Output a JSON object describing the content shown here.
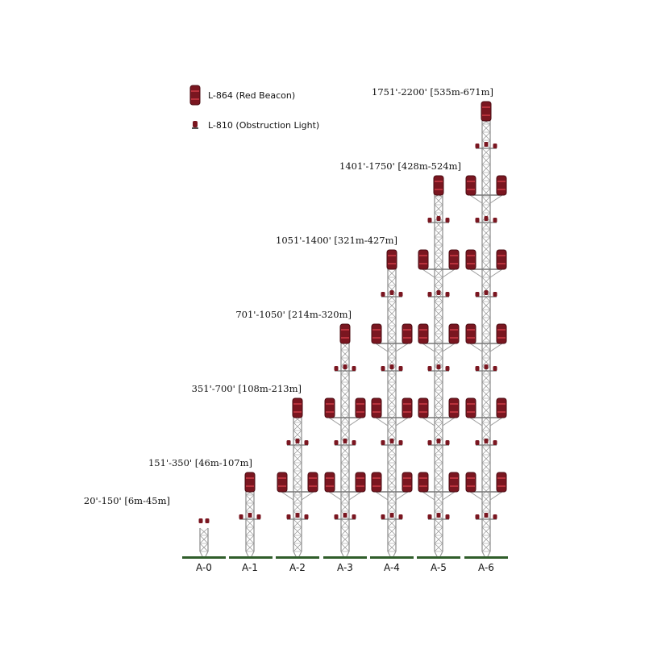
{
  "legend": {
    "red_beacon": "L-864 (Red Beacon)",
    "obstruction_light": "L-810 (Obstruction Light)"
  },
  "colors": {
    "beacon": "#7a1620",
    "beacon_dark": "#4a0b12",
    "lattice": "#9a9a9a",
    "ground": "#2f5d2a",
    "text": "#111111"
  },
  "towers": [
    {
      "code": "A-0",
      "range": "20'-150' [6m-45m]",
      "beacon_levels": 0,
      "top_beacon": false
    },
    {
      "code": "A-1",
      "range": "151'-350' [46m-107m]",
      "beacon_levels": 0,
      "top_beacon": true
    },
    {
      "code": "A-2",
      "range": "351'-700' [108m-213m]",
      "beacon_levels": 1,
      "top_beacon": true
    },
    {
      "code": "A-3",
      "range": "701'-1050' [214m-320m]",
      "beacon_levels": 2,
      "top_beacon": true
    },
    {
      "code": "A-4",
      "range": "1051'-1400' [321m-427m]",
      "beacon_levels": 3,
      "top_beacon": true
    },
    {
      "code": "A-5",
      "range": "1401'-1750' [428m-524m]",
      "beacon_levels": 4,
      "top_beacon": true
    },
    {
      "code": "A-6",
      "range": "1751'-2200' [535m-671m]",
      "beacon_levels": 5,
      "top_beacon": true
    }
  ]
}
